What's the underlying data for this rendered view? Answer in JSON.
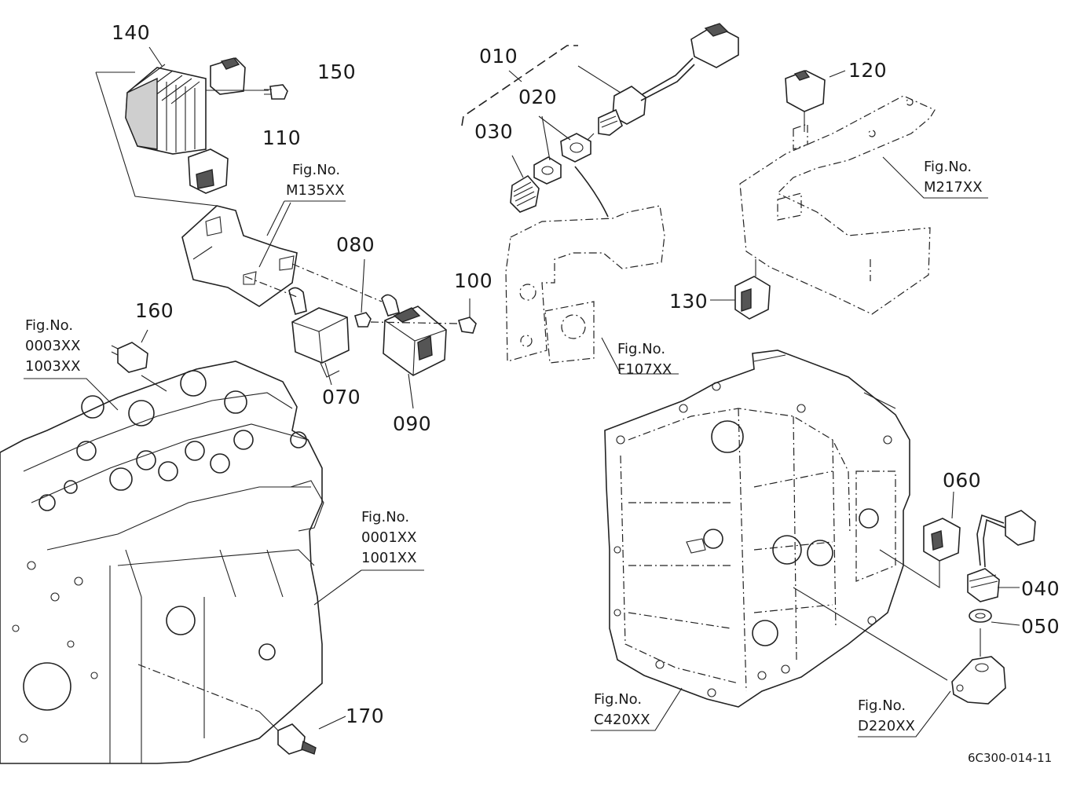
{
  "callouts": {
    "c010": "010",
    "c020": "020",
    "c030": "030",
    "c040": "040",
    "c050": "050",
    "c060": "060",
    "c070": "070",
    "c080": "080",
    "c090": "090",
    "c100": "100",
    "c110": "110",
    "c120": "120",
    "c130": "130",
    "c140": "140",
    "c150": "150",
    "c160": "160",
    "c170": "170"
  },
  "figure_refs": {
    "m135": {
      "prefix": "Fig.No.",
      "code": "M135XX"
    },
    "m217": {
      "prefix": "Fig.No.",
      "code": "M217XX"
    },
    "f107": {
      "prefix": "Fig.No.",
      "code": "F107XX"
    },
    "f0003": {
      "prefix": "Fig.No.",
      "code1": "0003XX",
      "code2": "1003XX"
    },
    "f0001": {
      "prefix": "Fig.No.",
      "code1": "0001XX",
      "code2": "1001XX"
    },
    "c420": {
      "prefix": "Fig.No.",
      "code": "C420XX"
    },
    "d220": {
      "prefix": "Fig.No.",
      "code": "D220XX"
    }
  },
  "drawing_code": "6C300-014-11"
}
